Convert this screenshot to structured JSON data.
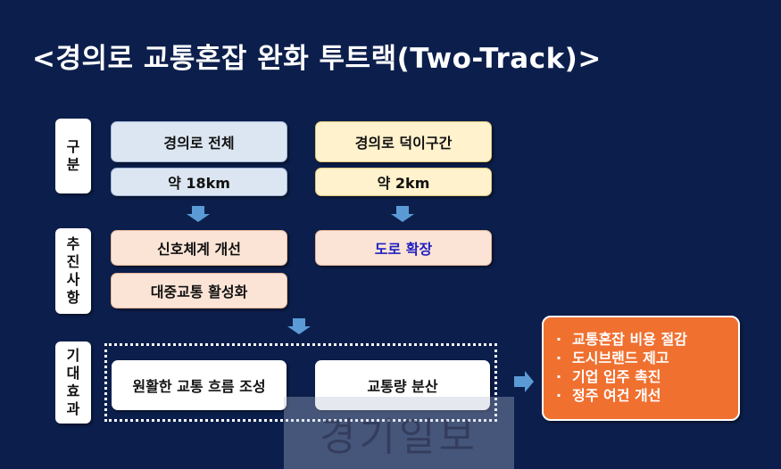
{
  "title": "<경의로 교통혼잡 완화 투트랙(Two-Track)>",
  "rows": {
    "category": "구분",
    "actions": "추진사항",
    "effects": "기대효과"
  },
  "track1": {
    "name": "경의로 전체",
    "length": "약 18km",
    "action1": "신호체계 개선",
    "action2": "대중교통 활성화",
    "effect": "원활한 교통 흐름 조성"
  },
  "track2": {
    "name": "경의로 덕이구간",
    "length": "약 2km",
    "action1": "도로 확장",
    "effect": "교통량 분산"
  },
  "results": {
    "bullet": "·",
    "items": [
      "교통혼잡 비용 절감",
      "도시브랜드 제고",
      "기업 입주 촉진",
      "정주 여건 개선"
    ]
  },
  "watermark": "경기일보",
  "colors": {
    "background": "#0c1f4c",
    "arrow": "#5b9bd5",
    "result_box": "#f07030",
    "track2_action_text": "#2020c0"
  }
}
